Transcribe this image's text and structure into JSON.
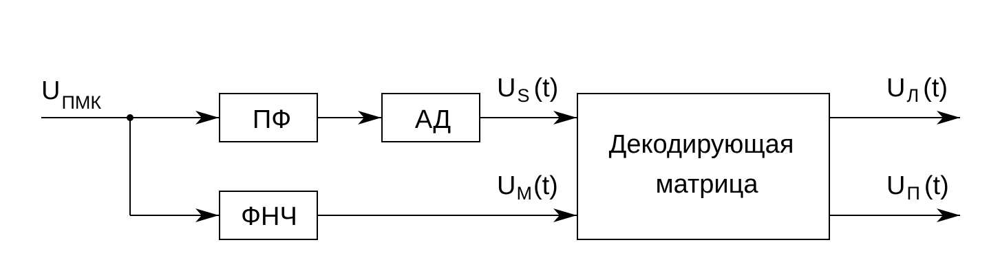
{
  "input": {
    "base": "U",
    "sub": "ПМК"
  },
  "blocks": {
    "pf": "ПФ",
    "ad": "АД",
    "fnch": "ФНЧ",
    "decoder_line1": "Декодирующая",
    "decoder_line2": "матрица"
  },
  "signals": {
    "us": {
      "base": "U",
      "sub": "S",
      "suffix": "(t)"
    },
    "um": {
      "base": "U",
      "sub": "M",
      "suffix": "(t)"
    },
    "ul": {
      "base": "U",
      "sub": "Л",
      "suffix": "(t)"
    },
    "up": {
      "base": "U",
      "sub": "П",
      "suffix": "(t)"
    }
  },
  "colors": {
    "line": "#000000",
    "background": "#ffffff"
  }
}
